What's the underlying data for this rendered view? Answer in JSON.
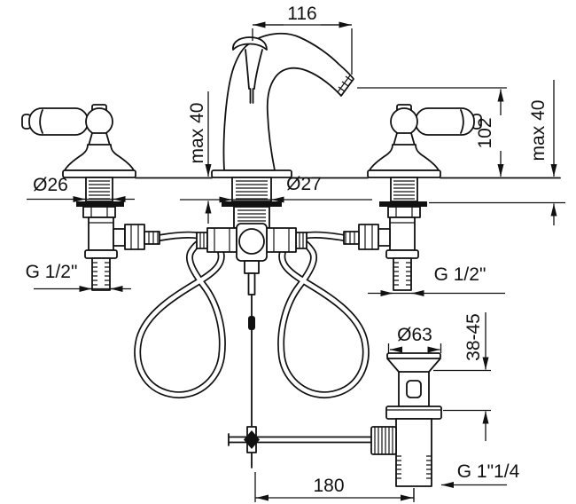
{
  "labels": {
    "spout_reach": "116",
    "max_deck_left": "max 40",
    "max_deck_right": "max 40",
    "spout_height": "102",
    "handle_base_diameter": "Ø26",
    "spout_base_diameter": "Ø27",
    "inlet_thread_left": "G 1/2\"",
    "inlet_thread_right": "G 1/2\"",
    "waste_plug_diameter": "Ø63",
    "waste_height_range": "38-45",
    "rod_to_waste_distance": "180",
    "waste_thread": "G 1\"1/4"
  },
  "colors": {
    "line": "#111111",
    "background": "#ffffff"
  }
}
